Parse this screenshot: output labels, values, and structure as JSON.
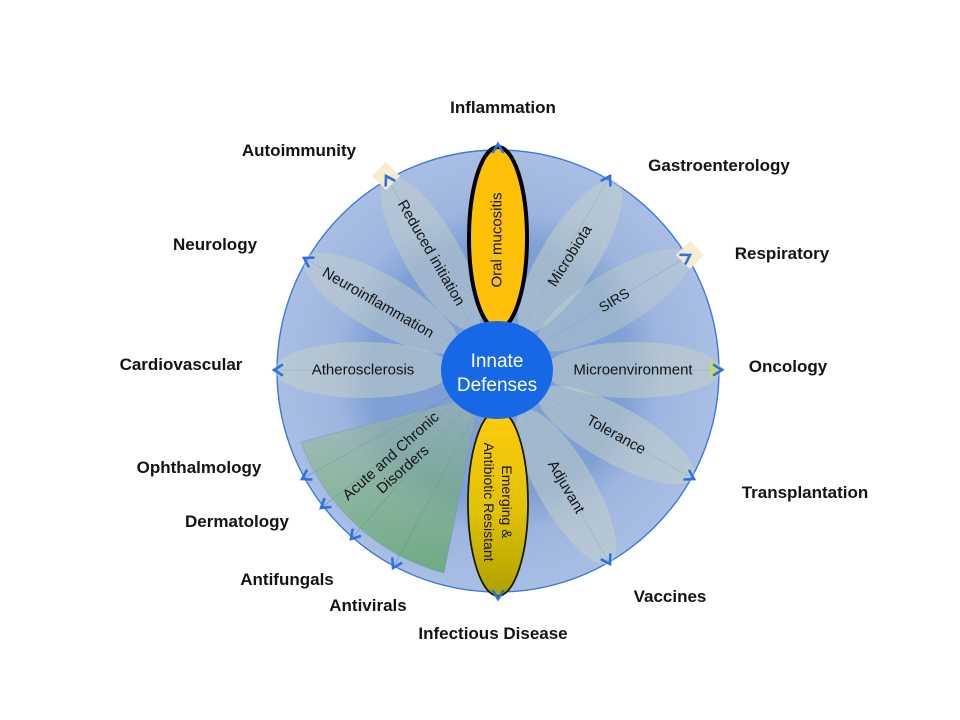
{
  "center": {
    "line1": "Innate",
    "line2": "Defenses"
  },
  "petals": {
    "oral_mucositis": {
      "label": "Oral mucositis"
    },
    "microbiota": {
      "label": "Microbiota"
    },
    "sirs": {
      "label": "SIRS"
    },
    "microenvironment": {
      "label": "Microenvironment"
    },
    "tolerance": {
      "label": "Tolerance"
    },
    "adjuvant": {
      "label": "Adjuvant"
    },
    "emerging": {
      "line1": "Emerging &",
      "line2": "Antibiotic Resistant"
    },
    "acute_chronic": {
      "line1": "Acute and Chronic",
      "line2": "Disorders"
    },
    "atherosclerosis": {
      "label": "Atherosclerosis"
    },
    "neuroinflammation": {
      "label": "Neuroinflammation"
    },
    "reduced_initiation": {
      "label": "Reduced initiation"
    }
  },
  "outer_labels": {
    "inflammation": "Inflammation",
    "gastroenterology": "Gastroenterology",
    "respiratory": "Respiratory",
    "oncology": "Oncology",
    "transplantation": "Transplantation",
    "vaccines": "Vaccines",
    "infectious_disease": "Infectious Disease",
    "antivirals": "Antivirals",
    "antifungals": "Antifungals",
    "dermatology": "Dermatology",
    "ophthalmology": "Ophthalmology",
    "cardiovascular": "Cardiovascular",
    "neurology": "Neurology",
    "autoimmunity": "Autoimmunity"
  },
  "colors": {
    "center_blue": "#1768E6",
    "circle_blue": "#A8BEE3",
    "petal_green": "#2DA02D",
    "petal_gold": "#FFC008",
    "arrow_blue": "#2C72E2",
    "glow_cream": "#F5EBCE",
    "glow_chartreuse": "#C9D96B"
  }
}
